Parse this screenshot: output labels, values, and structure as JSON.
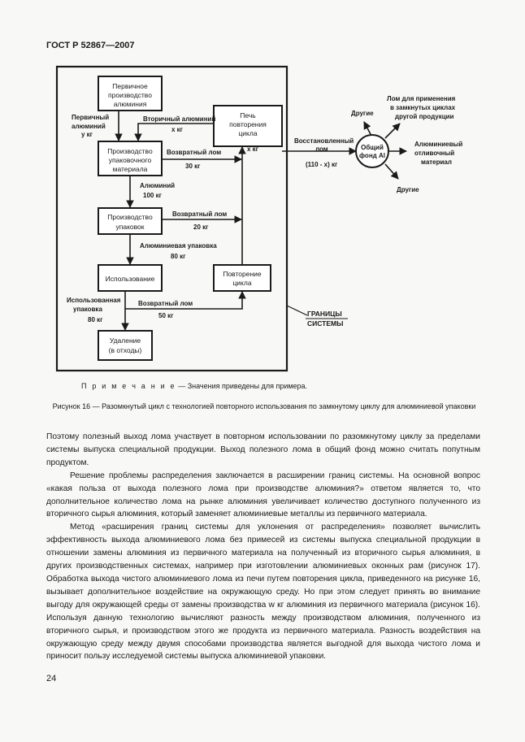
{
  "header": {
    "title": "ГОСТ Р 52867—2007"
  },
  "figure": {
    "boxes": {
      "primary": [
        "Первичное",
        "производство",
        "алюминия"
      ],
      "furnace": [
        "Печь",
        "повторения",
        "цикла"
      ],
      "semi": [
        "Производство",
        "упаковочного",
        "материала"
      ],
      "pack": [
        "Производство",
        "упаковок"
      ],
      "use": [
        "Использование"
      ],
      "recycle": [
        "Повторение",
        "цикла"
      ],
      "disposal": [
        "Удаление",
        "(в отходы)"
      ]
    },
    "labels": {
      "primary_al": [
        "Первичный",
        "алюминий",
        "y кг"
      ],
      "secondary_al": "Вторичный алюминий",
      "x_kg_1": "x кг",
      "x_kg_2": "x кг",
      "return_scrap_1": "Возвратный лом",
      "kg30": "30 кг",
      "aluminum": "Алюминий",
      "kg100": "100 кг",
      "return_scrap_2": "Возвратный лом",
      "kg20": "20 кг",
      "al_packaging": "Алюминиевая упаковка",
      "kg80": "80 кг",
      "used_packaging": [
        "Использованная",
        "упаковка"
      ],
      "kg80b": "80 кг",
      "return_scrap_3": "Возвратный лом",
      "kg50": "50 кг",
      "recovered_scrap": [
        "Восстановленный",
        "лом"
      ],
      "formula": "(110 - x) кг",
      "pool": [
        "Общий",
        "фонд Al"
      ],
      "others_top": "Другие",
      "scrap_use": [
        "Лом для применения",
        "в замкнутых циклах",
        "другой продукции"
      ],
      "al_cast": [
        "Алюминиевый",
        "отливочный",
        "материал"
      ],
      "others_bottom": "Другие",
      "boundary": [
        "ГРАНИЦЫ",
        "СИСТЕМЫ"
      ]
    }
  },
  "note": {
    "prefix": "П р и м е ч а н и е",
    "text": " — Значения приведены для примера."
  },
  "caption": "Рисунок  16 —  Разомкнутый цикл с технологией повторного использования по замкнутому циклу для  алюминиевой  упаковки",
  "paragraphs": [
    "Поэтому полезный выход лома участвует в повторном использовании по разомкнутому циклу за пределами системы выпуска специальной продукции. Выход полезного лома в общий фонд можно считать попутным продуктом.",
    "Решение проблемы распределения заключается в расширении границ системы. На основной вопрос «какая польза от выхода полезного лома при производстве алюминия?» ответом является то, что дополнительное количество лома на рынке алюминия увеличивает количество доступного полученного из вторичного сырья алюминия, который заменяет алюминиевые металлы из первичного материала.",
    "Метод «расширения границ системы для уклонения от распределения» позволяет вычислить эффективность выхода алюминиевого лома без примесей из системы выпуска специальной продукции в отношении замены алюминия из первичного материала на полученный из вторичного сырья алюминия, в других производственных системах, например при изготовлении алюминиевых оконных рам (рисунок 17). Обработка выхода чистого алюминиевого лома из печи путем повторения цикла, приведенного на рисунке 16, вызывает дополнительное воздействие на окружающую среду. Но при этом следует принять во внимание выгоду для окружающей среды от замены производства w кг алюминия из первичного материала (рисунок 16). Используя данную технологию вычисляют разность между производством алюминия, полученного из вторичного сырья, и производством этого же продукта из первичного материала. Разность воздействия на окружающую среду между двумя способами производства является выгодной для выхода чистого лома и приносит пользу исследуемой системы выпуска алюминиевой упаковки."
  ],
  "page_number": "24"
}
